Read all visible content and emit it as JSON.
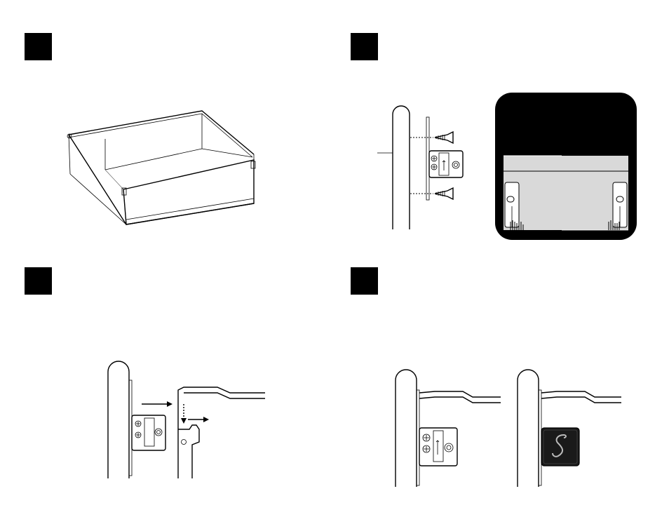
{
  "steps": [
    {
      "id": 1,
      "label": ""
    },
    {
      "id": 2,
      "label": ""
    },
    {
      "id": 3,
      "label": ""
    },
    {
      "id": 4,
      "label": ""
    }
  ],
  "colors": {
    "ink": "#000000",
    "paper": "#ffffff",
    "inset_gray": "#d9d9d9",
    "logo_tile": "#1a1a1a"
  },
  "icons": [
    "drawer-box-illustration",
    "screw-icon",
    "front-bracket-icon",
    "inset-closeup",
    "arrow-right-icon",
    "dashed-arrow-down-icon",
    "logo-snake-icon"
  ]
}
